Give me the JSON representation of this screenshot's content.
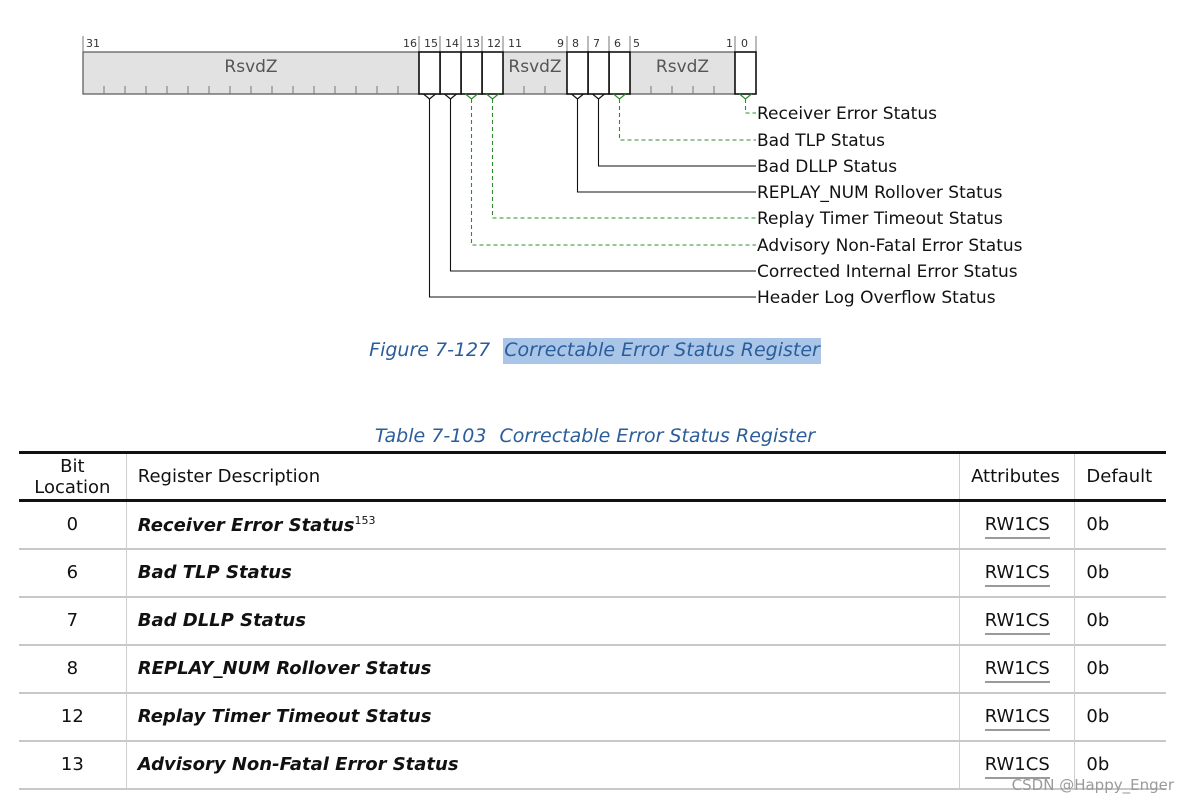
{
  "diagram": {
    "bit_labels": [
      {
        "id": "b31",
        "text": "31"
      },
      {
        "id": "b16",
        "text": "16"
      },
      {
        "id": "b15",
        "text": "15"
      },
      {
        "id": "b14",
        "text": "14"
      },
      {
        "id": "b13",
        "text": "13"
      },
      {
        "id": "b12",
        "text": "12"
      },
      {
        "id": "b11",
        "text": "11"
      },
      {
        "id": "b9",
        "text": "9"
      },
      {
        "id": "b8",
        "text": "8"
      },
      {
        "id": "b7",
        "text": "7"
      },
      {
        "id": "b6",
        "text": "6"
      },
      {
        "id": "b5",
        "text": "5"
      },
      {
        "id": "b1",
        "text": "1"
      },
      {
        "id": "b0",
        "text": "0"
      }
    ],
    "reserved_label": "RsvdZ",
    "fields": [
      {
        "bit": 0,
        "name": "Receiver Error Status",
        "line": "dashed"
      },
      {
        "bit": 6,
        "name": "Bad TLP Status",
        "line": "dashed"
      },
      {
        "bit": 7,
        "name": "Bad DLLP Status",
        "line": "solid"
      },
      {
        "bit": 8,
        "name": "REPLAY_NUM Rollover Status",
        "line": "solid"
      },
      {
        "bit": 12,
        "name": "Replay Timer Timeout Status",
        "line": "dashed"
      },
      {
        "bit": 13,
        "name": "Advisory Non-Fatal Error Status",
        "line": "dashed"
      },
      {
        "bit": 14,
        "name": "Corrected Internal Error Status",
        "line": "solid"
      },
      {
        "bit": 15,
        "name": "Header Log Overflow Status",
        "line": "solid"
      }
    ],
    "colors": {
      "reserved_fill": "#e2e2e2",
      "dashed_leader": "#2e8b2e",
      "solid_leader": "#111111"
    }
  },
  "figure_caption": {
    "number": "Figure  7-127",
    "title": "Correctable Error Status Register"
  },
  "table_caption": {
    "number": "Table  7-103",
    "title": "Correctable Error Status Register"
  },
  "table": {
    "headers": {
      "bit": "Bit Location",
      "desc": "Register Description",
      "attr": "Attributes",
      "default": "Default"
    },
    "rows": [
      {
        "bit": "0",
        "desc": "Receiver Error Status",
        "footnote": "153",
        "attr": "RW1CS",
        "default": "0b"
      },
      {
        "bit": "6",
        "desc": "Bad TLP Status",
        "attr": "RW1CS",
        "default": "0b"
      },
      {
        "bit": "7",
        "desc": "Bad DLLP Status",
        "attr": "RW1CS",
        "default": "0b"
      },
      {
        "bit": "8",
        "desc": "REPLAY_NUM Rollover Status",
        "attr": "RW1CS",
        "default": "0b"
      },
      {
        "bit": "12",
        "desc": "Replay Timer Timeout Status",
        "attr": "RW1CS",
        "default": "0b"
      },
      {
        "bit": "13",
        "desc": "Advisory Non-Fatal Error Status",
        "attr": "RW1CS",
        "default": "0b"
      }
    ]
  },
  "watermark": "CSDN @Happy_Enger",
  "colors": {
    "caption_blue": "#2a5d9a",
    "highlight": "#a9c6e8"
  }
}
